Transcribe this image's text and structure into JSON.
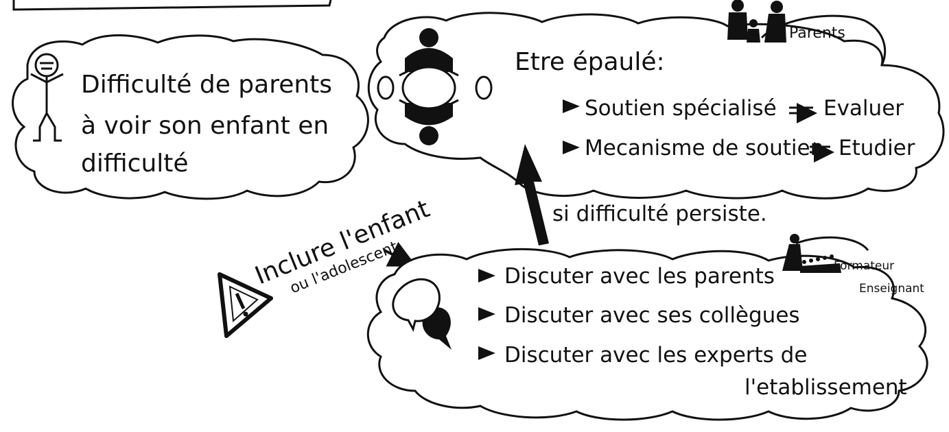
{
  "left_cloud": {
    "lines": [
      "Difficulté de  parents",
      "à voir son enfant en",
      "difficulté"
    ]
  },
  "top_cloud": {
    "title": "Etre épaulé:",
    "items": [
      {
        "label": "Soutien spécialisé",
        "result": "Evaluer"
      },
      {
        "label": "Mecanisme de soutien",
        "result": "Etudier"
      }
    ],
    "tag": "Parents"
  },
  "connector": {
    "label": "si difficulté persiste."
  },
  "warning": {
    "lines": [
      "Inclure l'enfant",
      "ou l'adolescent"
    ]
  },
  "bottom_cloud": {
    "items": [
      "Discuter avec les parents",
      "Discuter avec ses collègues",
      "Discuter avec les experts de"
    ],
    "continuation": "l'etablissement",
    "tag_lines": [
      "Formateur",
      "Enseignant"
    ]
  },
  "colors": {
    "ink": "#111111",
    "paper": "#ffffff"
  }
}
